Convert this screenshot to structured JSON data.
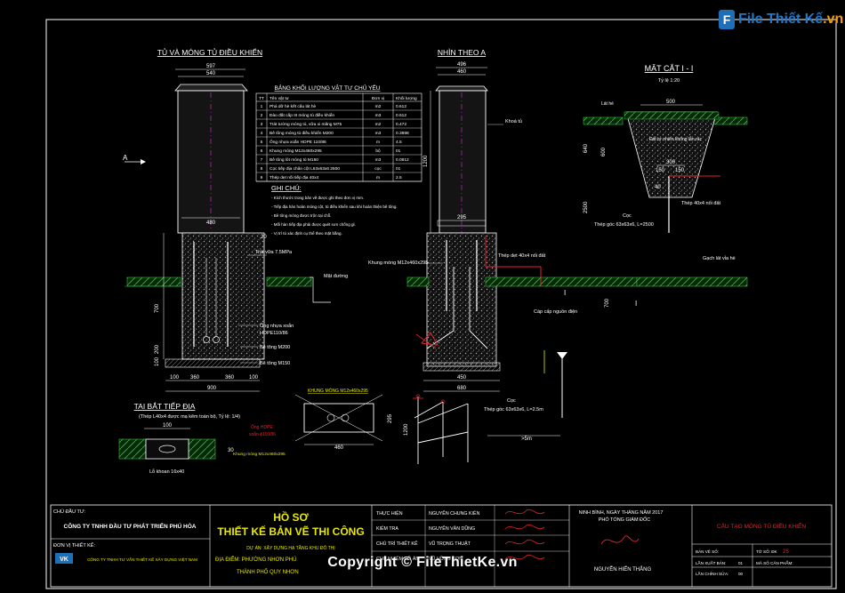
{
  "logo": {
    "brand": "File Thiết Kế",
    "suffix": ".vn"
  },
  "titles": {
    "cabinet": "TỦ VÀ MÓNG TỦ ĐIỀU KHIỂN",
    "view_a": "NHÌN THEO A",
    "section": "MẶT CẮT I - I",
    "section_scale": "Tỷ lệ 1:20",
    "ground_clamp": "TAI BẮT TIẾP ĐỊA",
    "ground_clamp_note": "(Thép L40x4 được mạ kẽm toàn bộ, Tỷ lệ: 1/4)",
    "arrow_a": "A",
    "section_mark": "I"
  },
  "quantity_table": {
    "title": "BẢNG KHỐI LƯỢNG VẬT TƯ CHỦ YẾU",
    "headers": [
      "TT",
      "Tên vật tư",
      "Đơn vị",
      "Khối lượng"
    ],
    "rows": [
      [
        "1",
        "Phá dỡ hè kết cấu lát hè",
        "m2",
        "0.612"
      ],
      [
        "2",
        "Đào đất cấp III móng tủ điều khiển",
        "m3",
        "0.612"
      ],
      [
        "3",
        "Trát tường móng tủ, vữa xi măng M75",
        "m2",
        "0.472"
      ],
      [
        "4",
        "Bê tông móng tủ điều khiển M200",
        "m3",
        "0.3898"
      ],
      [
        "5",
        "Ống nhựa xoắn HDPE 110/86",
        "m",
        "4.5"
      ],
      [
        "6",
        "Khung móng M12x460x295",
        "bộ",
        "01"
      ],
      [
        "7",
        "Bê tông lót móng tủ M150",
        "m3",
        "0.0812"
      ],
      [
        "8",
        "Cọc tiếp địa chân cột L63x63x6 2500",
        "cọc",
        "01"
      ],
      [
        "9",
        "Thép dẹt nối tiếp địa 40x4",
        "m",
        "2.5"
      ]
    ]
  },
  "notes": {
    "title": "GHI CHÚ:",
    "lines": [
      "- Kích thước trong bản vẽ được ghi theo đơn vị mm.",
      "- Tiếp địa hàn hoàn móng cột, tủ điều khiển sau khi hoàn thiện bê tông.",
      "- Bê tông móng được trộn tại chỗ.",
      "- Mối hàn tiếp địa phải được quét sơn chống gỉ.",
      "- Vị trí tủ xác định cụ thể theo mặt bằng."
    ]
  },
  "dims": {
    "w597": "597",
    "w540": "540",
    "w480": "480",
    "w900": "900",
    "d100": "100",
    "d360": "360",
    "d200": "200",
    "d700": "700",
    "d20": "20",
    "w496": "496",
    "w460": "460",
    "h1200": "1200",
    "w295": "295",
    "w450": "450",
    "w680": "680",
    "s500": "500",
    "s300": "300",
    "s150": "150",
    "s640": "640",
    "s600": "600",
    "s2500": "2500",
    "s40": "40",
    "g100": "100",
    "g30": "30",
    "f460": "460",
    "f295": "295",
    "dist": ">5m",
    "d1200": "1200"
  },
  "callouts": {
    "plaster": "Trát vữa 7.5MPa",
    "pavement": "Mặt đường",
    "pipe": "Ống nhựa xoắn",
    "pipe_size": "HDPE110/86",
    "conc_m200": "Bê tông M200",
    "conc_m150": "Bê tông M150",
    "door_lock": "Khoá tủ",
    "frame": "Khung móng M12x460x295",
    "flat_steel": "Thép dẹt 40x4 nối đất",
    "cable_box": "Cáp cấp nguồn điện",
    "stake": "Cọc",
    "stake_spec": "Thép góc 63x63x6, L=2.5m",
    "backfill": "Đất tự nhiên không lẫn rác",
    "paver": "Gạch lát vỉa hè",
    "drill": "Lỗ khoan 16x40",
    "frame_title": "KHUNG MÓNG M12x460x295",
    "pipe_note": "Ống HDPE",
    "pipe_note2": "xoắn ϕ110/86",
    "paver_label": "Lát hè",
    "sec_stake_spec": "Thép góc 63x63x6, L=2500",
    "sec_flat": "Thép 40x4 nối đất"
  },
  "title_block": {
    "investor_label": "CHỦ ĐẦU TƯ:",
    "investor": "CÔNG TY TNHH ĐẦU TƯ PHÁT TRIỂN PHÚ HÒA",
    "designer_label": "ĐƠN VỊ THIẾT KẾ:",
    "designer": "CÔNG TY TNHH TƯ VẤN THIẾT KẾ XÂY DỰNG VIỆT NAM",
    "design_logo": "VK",
    "doc_title_1": "HỒ SƠ",
    "doc_title_2": "THIẾT KẾ BẢN VẼ THI CÔNG",
    "project_line": "DỰ ÁN: XÂY DỰNG HẠ TẦNG KHU ĐÔ THỊ",
    "location_line": "ĐỊA ĐIỂM: PHƯỜNG NHƠN PHÚ",
    "city_line": "THÀNH PHỐ QUY NHƠN",
    "roles": [
      "THỰC HIỆN",
      "KIỂM TRA",
      "CHỦ TRÌ THIẾT KẾ",
      "CHỦ NHIỆM ĐỒ ÁN"
    ],
    "names": [
      "NGUYỄN CHUNG KIÊN",
      "NGUYỄN VĂN DŨNG",
      "VŨ TRỌNG THUẬT",
      "VŨ HỒNG SƠN"
    ],
    "date_text": "NINH BÌNH, NGÀY      THÁNG      NĂM 2017",
    "approver_role": "PHÓ TỔNG GIÁM ĐỐC",
    "approver": "NGUYỄN HIẾN THẮNG",
    "drawing_title": "CẤU TẠO MÓNG TỦ ĐIỀU KHIỂN",
    "sheet_label": "TỜ SỐ: ĐK",
    "sheet_no": "25",
    "scale_label": "BẢN VẼ SỐ:",
    "rev1": "LẦN XUẤT BẢN:",
    "rev1_val": "01",
    "rev2": "LẦN CHỈNH SỬA:",
    "rev2_val": "00",
    "code_label": "MÃ SỐ CÂN PHẨM:"
  },
  "copyright": "Copyright © FileThietKe.vn",
  "colors": {
    "bg": "#000000",
    "line": "#ffffff",
    "dim": "#ffffff",
    "hatch": "#9a9a9a",
    "green": "#2fbf3a",
    "red": "#e0242a",
    "cyan": "#00c8d8",
    "magenta": "#d12fd1",
    "yellow": "#e8e800",
    "brand": "#1f78c8"
  }
}
